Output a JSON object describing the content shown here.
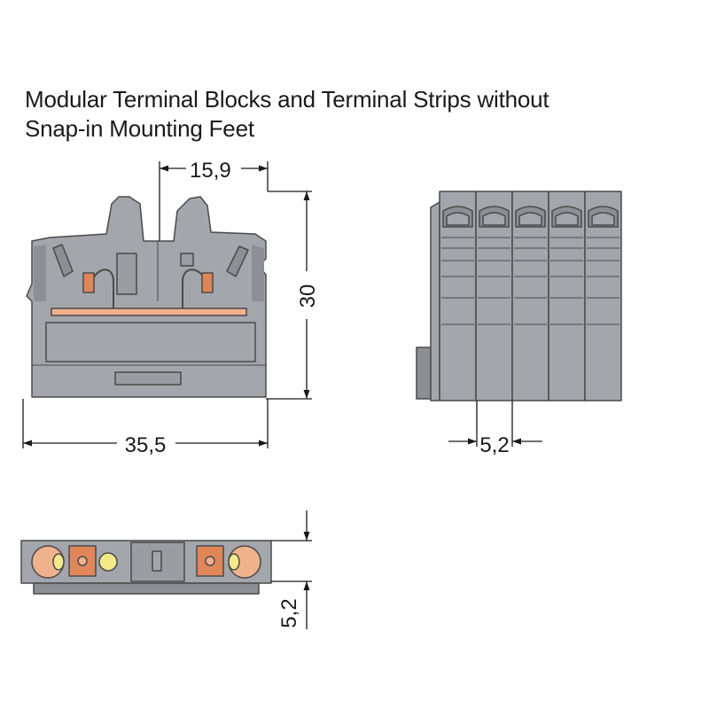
{
  "title": {
    "line1": "Modular Terminal Blocks and Terminal Strips without",
    "line2": "Snap-in Mounting Feet"
  },
  "dimensions": {
    "top_width": "15,9",
    "height": "30",
    "overall_width": "35,5",
    "pitch_side": "5,2",
    "pitch_top": "5,2"
  },
  "colors": {
    "housing": "#a3a6aa",
    "housing_dark": "#8c8f93",
    "outline": "#4a4a4a",
    "busbar": "#f0b28c",
    "clamp": "#e0875a",
    "marker": "#f3e98a",
    "dim_line": "#1a1a1a"
  },
  "side_view": {
    "modules": 5
  }
}
